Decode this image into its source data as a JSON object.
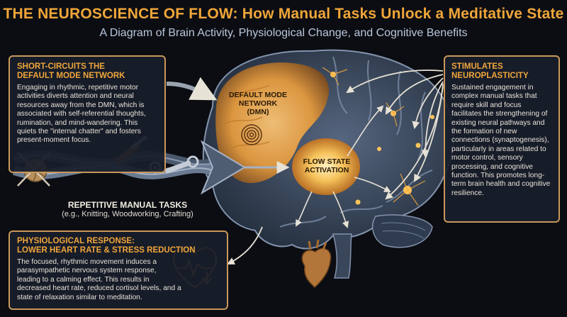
{
  "title": "THE NEUROSCIENCE OF FLOW: How Manual Tasks Unlock a Meditative State",
  "subtitle": "A Diagram of Brain Activity, Physiological Change, and Cognitive Benefits",
  "dmn_panel": {
    "heading_line1": "SHORT-CIRCUITS THE",
    "heading_line2": "DEFAULT MODE NETWORK",
    "body": "Engaging in rhythmic, repetitive motor activities diverts attention and neural resources away from the DMN, which is associated with self-referential thoughts, rumination, and mind-wandering. This quiets the \"internal chatter\" and fosters present-moment focus."
  },
  "neuro_panel": {
    "heading_line1": "STIMULATES",
    "heading_line2": "NEUROPLASTICITY",
    "body": "Sustained engagement in complex manual tasks that require skill and focus facilitates the strengthening of existing neural pathways and the formation of new connections (synaptogenesis), particularly in areas related to motor control, sensory processing, and cognitive function. This promotes long-term brain health and cognitive resilience."
  },
  "physio_panel": {
    "heading_line1": "PHYSIOLOGICAL RESPONSE:",
    "heading_line2": "LOWER HEART RATE & STRESS REDUCTION",
    "body": "The focused, rhythmic movement induces a parasympathetic nervous system response, leading to a calming effect. This results in decreased heart rate, reduced cortisol levels, and a state of relaxation similar to meditation."
  },
  "brain_labels": {
    "dmn_line1": "DEFAULT MODE",
    "dmn_line2": "NETWORK",
    "dmn_line3": "(DMN)",
    "flow_line1": "FLOW STATE",
    "flow_line2": "ACTIVATION"
  },
  "tasks": {
    "label": "REPETITIVE MANUAL TASKS",
    "examples": "(e.g., Knitting, Woodworking, Crafting)"
  },
  "icons": [
    "yarn-ball-icon",
    "knitting-needles-icon",
    "chisel-icon",
    "gear-icon",
    "wrench-icon",
    "heart-rate-down-icon",
    "spiral-icon",
    "anatomical-heart-icon"
  ],
  "colors": {
    "accent": "#f0a63a",
    "panel_border": "#c9975a",
    "panel_bg": "#181e2a",
    "glow": "#f6b24a",
    "brain_blue": "#3a4a63"
  }
}
